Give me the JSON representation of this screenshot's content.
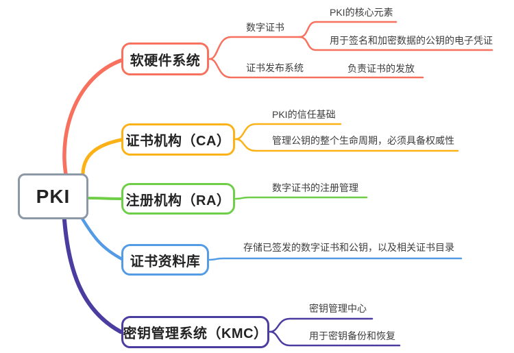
{
  "palette": {
    "background": "#FFFFFF",
    "root_border": "#8C98A6",
    "text_dark": "#232323",
    "label_text": "#3d3d3d",
    "branch_red": "#F8705E",
    "branch_yellow": "#FCB116",
    "branch_green": "#6FCE48",
    "branch_blue": "#549BE5",
    "branch_purple": "#4A3D9F"
  },
  "root": {
    "label": "PKI"
  },
  "branches": [
    {
      "id": "hw-sw-system",
      "color": "#F8705E",
      "topic": "软硬件系统",
      "children": [
        {
          "label": "数字证书",
          "children": [
            {
              "label": "PKI的核心元素"
            },
            {
              "label": "用于签名和加密数据的公钥的电子凭证"
            }
          ]
        },
        {
          "label": "证书发布系统",
          "children": [
            {
              "label": "负责证书的发放"
            }
          ]
        }
      ]
    },
    {
      "id": "certificate-authority",
      "color": "#FCB116",
      "topic": "证书机构（CA）",
      "children": [
        {
          "label": "PKI的信任基础"
        },
        {
          "label": "管理公钥的整个生命周期，必须具备权威性"
        }
      ]
    },
    {
      "id": "registration-authority",
      "color": "#6FCE48",
      "topic": "注册机构（RA）",
      "children": [
        {
          "label": "数字证书的注册管理"
        }
      ]
    },
    {
      "id": "certificate-repository",
      "color": "#549BE5",
      "topic": "证书资料库",
      "children": [
        {
          "label": "存储已签发的数字证书和公钥，以及相关证书目录"
        }
      ]
    },
    {
      "id": "key-management-system",
      "color": "#4A3D9F",
      "topic": "密钥管理系统（KMC）",
      "children": [
        {
          "label": "密钥管理中心"
        },
        {
          "label": "用于密钥备份和恢复"
        }
      ]
    }
  ]
}
